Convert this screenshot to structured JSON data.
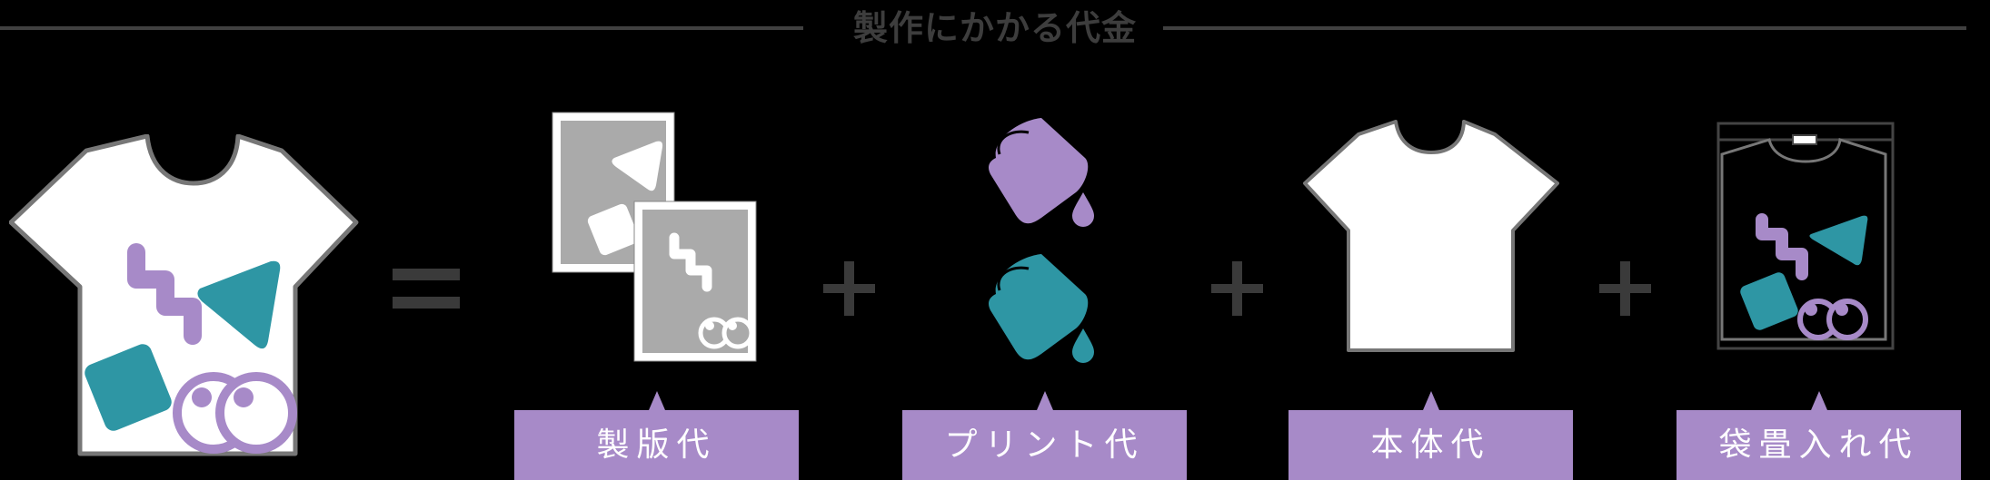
{
  "header": {
    "title": "製作にかかる代金"
  },
  "colors": {
    "purple": "#a78ac8",
    "teal": "#2e96a4",
    "gray_line": "#404040",
    "operator": "#3a3a3a",
    "plate_gray": "#aaaaaa",
    "shirt_outline": "#777777"
  },
  "equation": {
    "result": {
      "icon": "printed-tshirt-icon"
    },
    "equals": "=",
    "terms": [
      {
        "icon": "plate-icon",
        "label": "製版代"
      },
      {
        "icon": "paint-bucket-icon",
        "label": "プリント代"
      },
      {
        "icon": "plain-tshirt-icon",
        "label": "本体代"
      },
      {
        "icon": "bagged-tshirt-icon",
        "label": "袋畳入れ代"
      }
    ],
    "operators": [
      "+",
      "+",
      "+"
    ]
  }
}
